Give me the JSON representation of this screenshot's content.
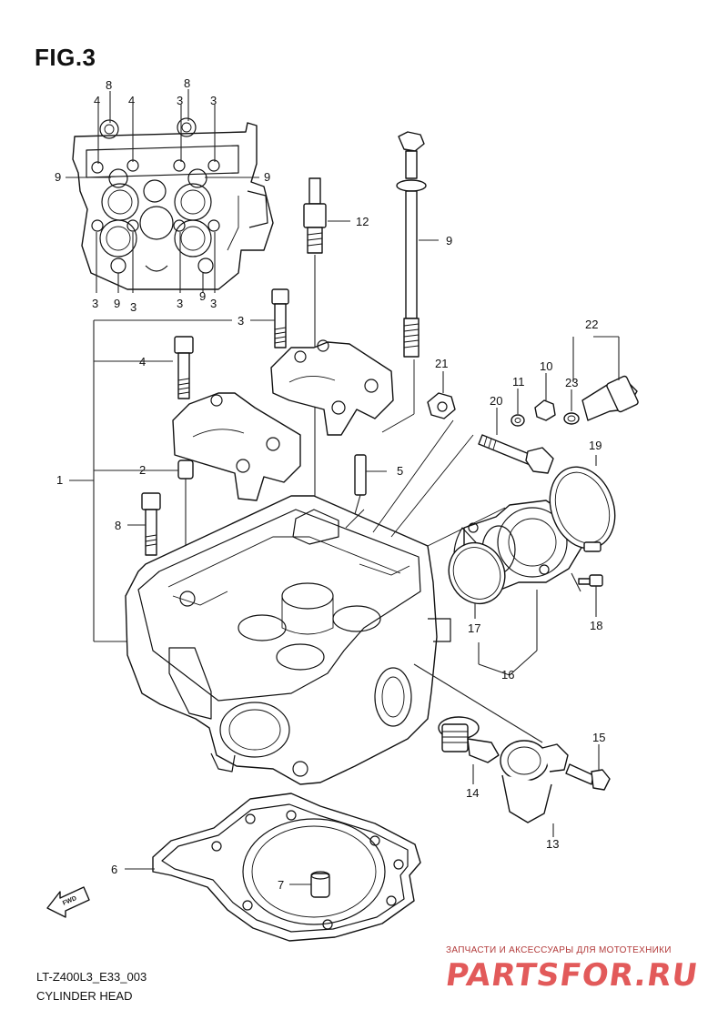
{
  "figure": {
    "title": "FIG.3"
  },
  "callouts": {
    "c1": "1",
    "c2": "2",
    "c3": "3",
    "c4": "4",
    "c5": "5",
    "c6": "6",
    "c7": "7",
    "c8": "8",
    "c9": "9",
    "c10": "10",
    "c11": "11",
    "c12": "12",
    "c13": "13",
    "c14": "14",
    "c15": "15",
    "c16": "16",
    "c17": "17",
    "c18": "18",
    "c19": "19",
    "c20": "20",
    "c21": "21",
    "c22": "22",
    "c23": "23"
  },
  "inset_callouts": {
    "top": [
      "4",
      "8",
      "4",
      "8",
      "3",
      "3"
    ],
    "left": [
      "9"
    ],
    "right": [
      "9"
    ],
    "bottom": [
      "3",
      "9",
      "3",
      "3",
      "9",
      "3"
    ]
  },
  "fwd_label": "FWD",
  "footer": {
    "code": "LT-Z400L3_E33_003",
    "name": "CYLINDER HEAD"
  },
  "watermark": {
    "tagline": "ЗАПЧАСТИ И АКСЕССУАРЫ ДЛЯ МОТОТЕХНИКИ",
    "logo": "PARTSFOR.RU",
    "color": "#e25a5a"
  }
}
